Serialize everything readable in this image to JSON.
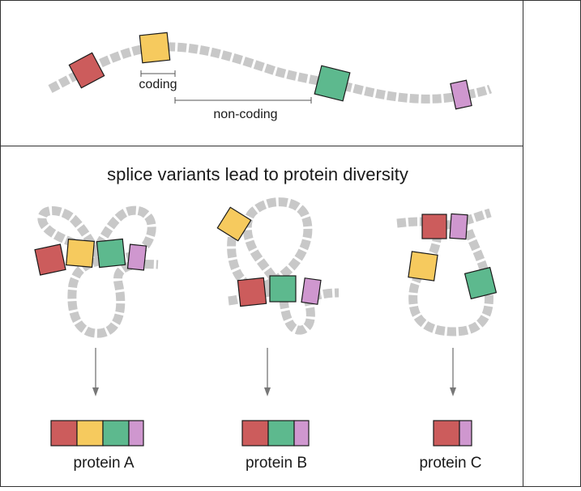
{
  "colors": {
    "exon_red": "#cc5c5c",
    "exon_yellow": "#f6ca5e",
    "exon_green": "#5db98e",
    "exon_purple": "#cf97cf",
    "strand_gray": "#c8c8c8",
    "border": "#333333"
  },
  "top_panel": {
    "coding_label": "coding",
    "noncoding_label": "non-coding"
  },
  "bottom_panel": {
    "title": "splice variants lead to protein diversity",
    "proteins": [
      {
        "label": "protein A",
        "exons": [
          "red",
          "yellow",
          "green",
          "purple"
        ]
      },
      {
        "label": "protein B",
        "exons": [
          "red",
          "green",
          "purple"
        ]
      },
      {
        "label": "protein C",
        "exons": [
          "red",
          "purple"
        ]
      }
    ]
  }
}
